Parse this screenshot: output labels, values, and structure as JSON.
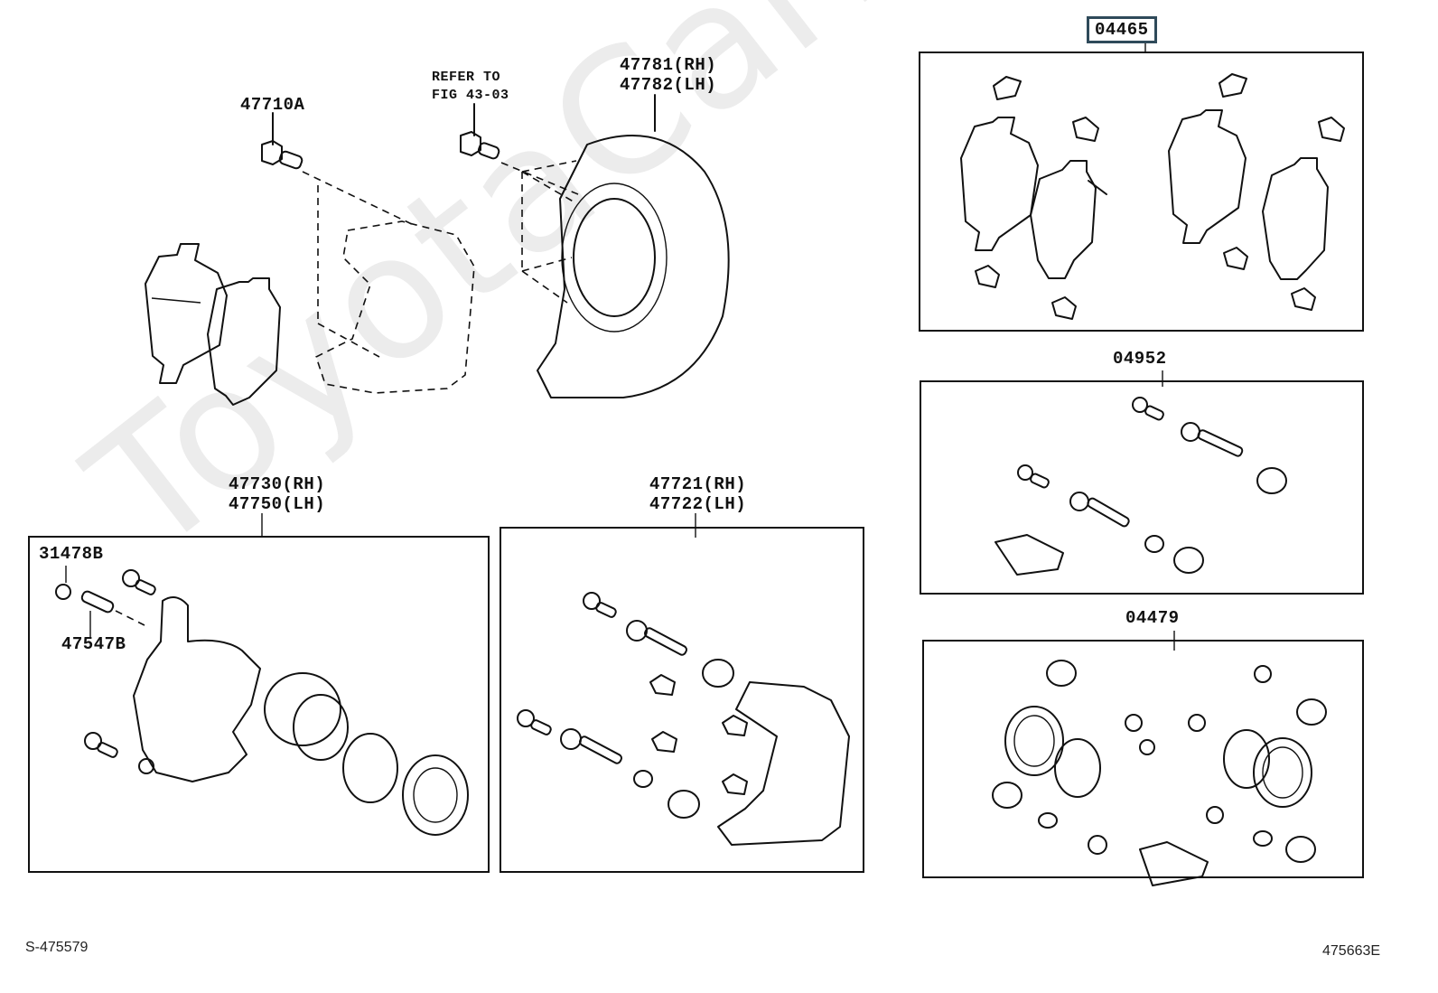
{
  "diagram": {
    "watermark": "ToyotaCarMir.ru",
    "footer_left": "S-475579",
    "footer_right": "475663E",
    "callouts": {
      "bracket_bolt": "47710A",
      "refer_line1": "REFER TO",
      "refer_line2": "FIG 43-03",
      "dust_cover_rh": "47781(RH)",
      "dust_cover_lh": "47782(LH)",
      "pad_kit": "04465",
      "slide_pin_kit": "04952",
      "cylinder_kit": "04479",
      "caliper_rh": "47730(RH)",
      "caliper_lh": "47750(LH)",
      "bleeder_cap": "31478B",
      "bleeder_plug": "47547B",
      "mounting_rh": "47721(RH)",
      "mounting_lh": "47722(LH)"
    },
    "highlighted_part": "04465",
    "colors": {
      "line": "#111111",
      "highlight_border": "#2f4a5a",
      "watermark": "#ececec"
    }
  }
}
